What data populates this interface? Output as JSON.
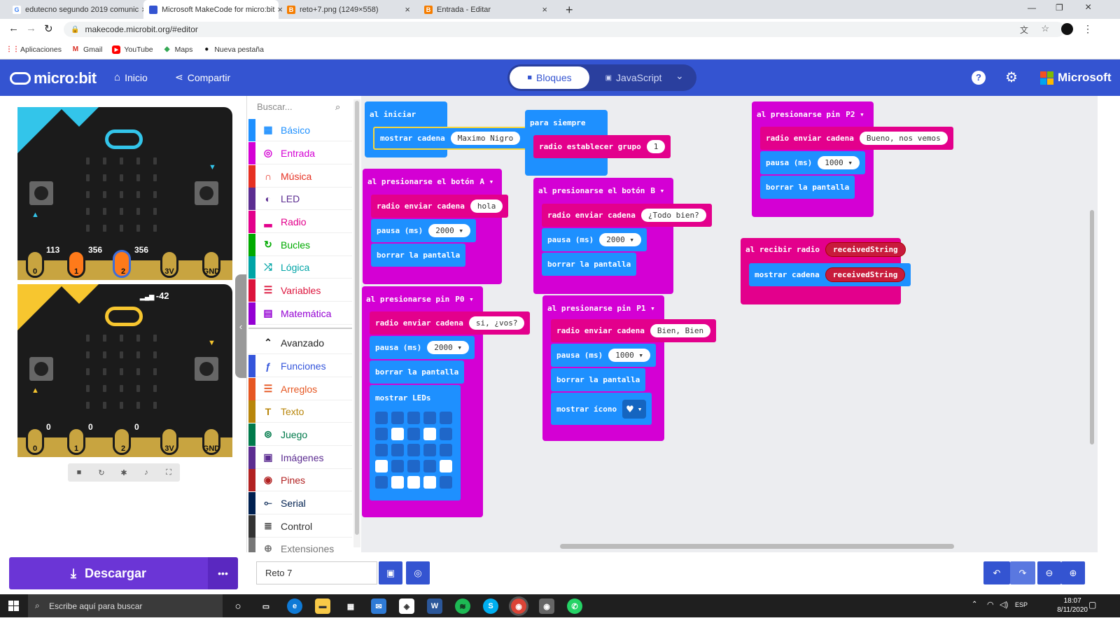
{
  "browser": {
    "tabs": [
      {
        "title": "edutecno segundo 2019 comunic",
        "icon": "google-icon",
        "color": "#4285f4"
      },
      {
        "title": "Microsoft MakeCode for micro:bit",
        "icon": "microbit-icon",
        "color": "#3454d1"
      },
      {
        "title": "reto+7.png (1249×558)",
        "icon": "blogger-icon",
        "color": "#f57d00"
      },
      {
        "title": "Entrada - Editar",
        "icon": "blogger-icon",
        "color": "#f57d00"
      }
    ],
    "url": "makecode.microbit.org/#editor",
    "bookmarks": [
      "Aplicaciones",
      "Gmail",
      "YouTube",
      "Maps",
      "Nueva pestaña"
    ]
  },
  "header": {
    "logo": "micro:bit",
    "home_label": "Inicio",
    "share_label": "Compartir",
    "blocks_label": "Bloques",
    "js_label": "JavaScript",
    "brand": "Microsoft"
  },
  "simulator": {
    "board1": {
      "pins": [
        "0",
        "1",
        "2",
        "3V",
        "GND"
      ],
      "pin_values": [
        "113",
        "356",
        "356"
      ]
    },
    "board2": {
      "pins": [
        "0",
        "1",
        "2",
        "3V",
        "GND"
      ],
      "pin_values": [
        "0",
        "0",
        "0"
      ],
      "signal": "-42"
    }
  },
  "toolbox": {
    "search_placeholder": "Buscar...",
    "categories": [
      {
        "label": "Básico",
        "color": "#1e90ff",
        "icon": "grid-icon"
      },
      {
        "label": "Entrada",
        "color": "#d400d4",
        "icon": "target-icon"
      },
      {
        "label": "Música",
        "color": "#e63022",
        "icon": "headphones-icon"
      },
      {
        "label": "LED",
        "color": "#5c2d91",
        "icon": "toggle-icon"
      },
      {
        "label": "Radio",
        "color": "#e3008c",
        "icon": "signal-icon"
      },
      {
        "label": "Bucles",
        "color": "#00aa00",
        "icon": "refresh-icon"
      },
      {
        "label": "Lógica",
        "color": "#00a4a6",
        "icon": "shuffle-icon"
      },
      {
        "label": "Variables",
        "color": "#dc143c",
        "icon": "list-icon"
      },
      {
        "label": "Matemática",
        "color": "#9400d3",
        "icon": "calculator-icon"
      },
      {
        "label": "Avanzado",
        "color": "#222222",
        "icon": "chevron-up-icon"
      },
      {
        "label": "Funciones",
        "color": "#3455db",
        "icon": "function-icon"
      },
      {
        "label": "Arreglos",
        "color": "#e65722",
        "icon": "list-icon"
      },
      {
        "label": "Texto",
        "color": "#b8860b",
        "icon": "text-icon"
      },
      {
        "label": "Juego",
        "color": "#007a4b",
        "icon": "gamepad-icon"
      },
      {
        "label": "Imágenes",
        "color": "#5c2d91",
        "icon": "image-icon"
      },
      {
        "label": "Pines",
        "color": "#b22222",
        "icon": "pin-icon"
      },
      {
        "label": "Serial",
        "color": "#002050",
        "icon": "usb-icon"
      },
      {
        "label": "Control",
        "color": "#333333",
        "icon": "control-icon"
      },
      {
        "label": "Extensiones",
        "color": "#777777",
        "icon": "plus-icon"
      }
    ]
  },
  "workspace": {
    "on_start": {
      "hat": "al iniciar",
      "show_string": "mostrar cadena",
      "value": "Maximo Nigro"
    },
    "forever": {
      "hat": "para siempre",
      "set_group": "radio establecer grupo",
      "group": "1"
    },
    "button_a": {
      "hat": "al presionarse el botón",
      "button": "A",
      "send": "radio enviar cadena",
      "msg": "hola",
      "pause": "pausa (ms)",
      "ms": "2000",
      "clear": "borrar la pantalla"
    },
    "pin_p0": {
      "hat": "al presionarse pin",
      "pin": "P0",
      "send": "radio enviar cadena",
      "msg": "si, ¿vos?",
      "pause": "pausa (ms)",
      "ms": "2000",
      "clear": "borrar la pantalla",
      "show_leds": "mostrar LEDs",
      "leds": [
        [
          0,
          0,
          0,
          0,
          0
        ],
        [
          0,
          1,
          0,
          1,
          0
        ],
        [
          0,
          0,
          0,
          0,
          0
        ],
        [
          1,
          0,
          0,
          0,
          1
        ],
        [
          0,
          1,
          1,
          1,
          0
        ]
      ]
    },
    "button_b": {
      "hat": "al presionarse el botón",
      "button": "B",
      "send": "radio enviar cadena",
      "msg": "¿Todo bien?",
      "pause": "pausa (ms)",
      "ms": "2000",
      "clear": "borrar la pantalla"
    },
    "pin_p1": {
      "hat": "al presionarse pin",
      "pin": "P1",
      "send": "radio enviar cadena",
      "msg": "Bien, Bien",
      "pause": "pausa (ms)",
      "ms": "1000",
      "clear": "borrar la pantalla",
      "show_icon": "mostrar ícono"
    },
    "pin_p2": {
      "hat": "al presionarse pin",
      "pin": "P2",
      "send": "radio enviar cadena",
      "msg": "Bueno,  nos vemos",
      "pause": "pausa (ms)",
      "ms": "1000",
      "clear": "borrar la pantalla"
    },
    "on_received": {
      "hat": "al recibir radio",
      "var": "receivedString",
      "show_string": "mostrar cadena"
    }
  },
  "bottom": {
    "download_label": "Descargar",
    "project_name": "Reto 7"
  },
  "taskbar": {
    "search_placeholder": "Escribe aquí para buscar",
    "lang": "ESP",
    "time": "18:07",
    "date": "8/11/2020"
  }
}
